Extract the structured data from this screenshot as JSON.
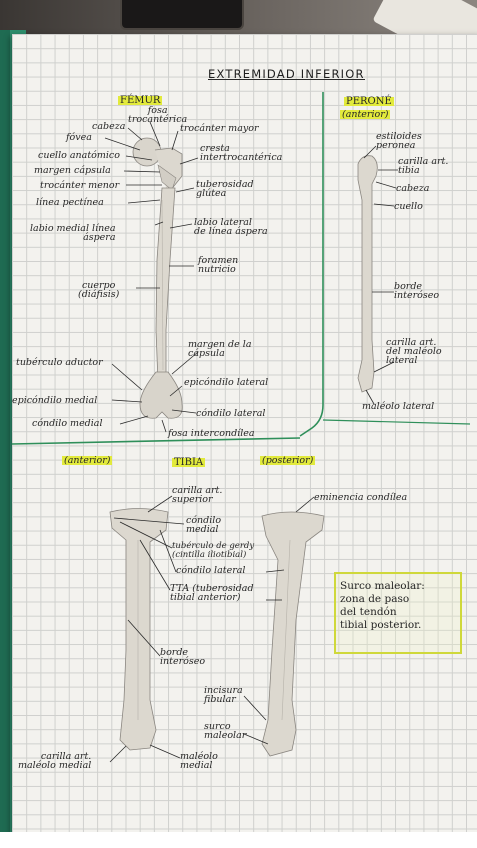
{
  "title": "EXTREMIDAD INFERIOR",
  "femur": {
    "heading": "FÉMUR",
    "labels": {
      "fosa_trocanterica": "fosa\ntrocantérica",
      "cabeza": "cabeza",
      "fovea": "fóvea",
      "trocanter_mayor": "trocánter mayor",
      "cuello_anatomico": "cuello anatómico",
      "cresta_intertrocanterica": "cresta\nintertrocantérica",
      "margen_capsula": "margen cápsula",
      "trocanter_menor": "trocánter menor",
      "tuberosidad_glutea": "tuberosidad\nglútea",
      "linea_pectinea": "línea pectínea",
      "labio_medial": "labio medial línea\náspera",
      "labio_lateral": "labio lateral\nde línea áspera",
      "foramen_nutricio": "foramen\nnutricio",
      "cuerpo": "cuerpo\n(diáfisis)",
      "margen_capsula_inf": "margen de la\ncápsula",
      "tuberculo_aductor": "tubérculo aductor",
      "epicondilo_lateral": "epicóndilo lateral",
      "epicondilo_medial": "epicóndilo medial",
      "condilo_lateral": "cóndilo lateral",
      "condilo_medial": "cóndilo medial",
      "fosa_intercondilar": "fosa intercondílea"
    }
  },
  "perone": {
    "heading": "PERONÉ",
    "subheading": "(anterior)",
    "labels": {
      "estiloides": "estiloides\nperonea",
      "carilla_tibia": "carilla art.\ntibia",
      "cabeza": "cabeza",
      "cuello": "cuello",
      "borde_interoseo": "borde\ninteróseo",
      "carilla_maleolo": "carilla art.\ndel maléolo\nlateral",
      "maleolo_lateral": "maléolo lateral"
    }
  },
  "tibia": {
    "heading": "TIBIA",
    "anterior": "(anterior)",
    "posterior": "(posterior)",
    "labels": {
      "carilla_superior": "carilla art.\nsuperior",
      "eminencia_condilea": "eminencia condílea",
      "condilo_medial": "cóndilo\nmedial",
      "tuberculo_gerdy": "tubérculo de gerdy\n(cintilla iliotibial)",
      "condilo_lateral": "cóndilo lateral",
      "tta": "TTA (tuberosidad\ntibial anterior)",
      "borde_interoseo": "borde\ninteróseo",
      "incisura_fibular": "incisura\nfibular",
      "surco_maleolar": "surco\nmaleolar",
      "carilla_maleolo_medial": "carilla art.\nmaléolo medial",
      "maleolo_medial": "maléolo\nmedial"
    }
  },
  "note": "Surco maleolar:\nzona de paso\ndel tendón\ntibial posterior.",
  "colors": {
    "binder": "#2e8f6e",
    "highlight": "#e2ea3c",
    "ink_green": "#2f8f5a",
    "bone": "#dcd8cf"
  }
}
